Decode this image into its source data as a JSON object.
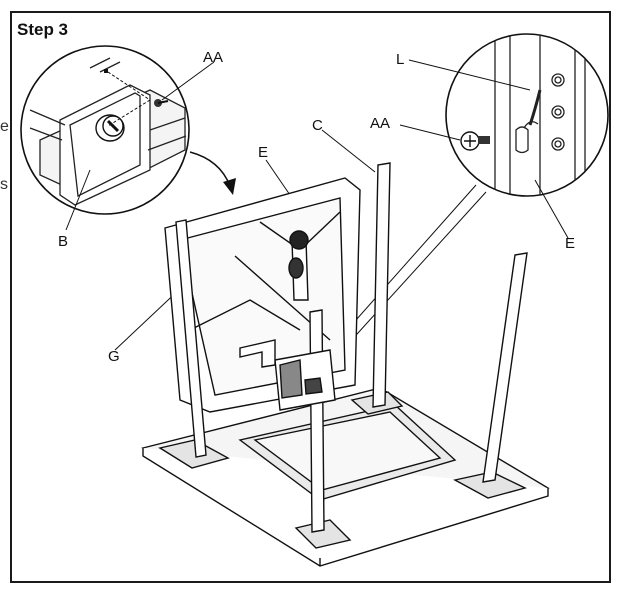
{
  "title": "Step 3",
  "edge_fragments": [
    "e",
    "s"
  ],
  "callouts": {
    "aa_left": "AA",
    "b": "B",
    "e_main": "E",
    "c": "C",
    "g": "G",
    "l": "L",
    "aa_right": "AA",
    "e_right": "E"
  }
}
